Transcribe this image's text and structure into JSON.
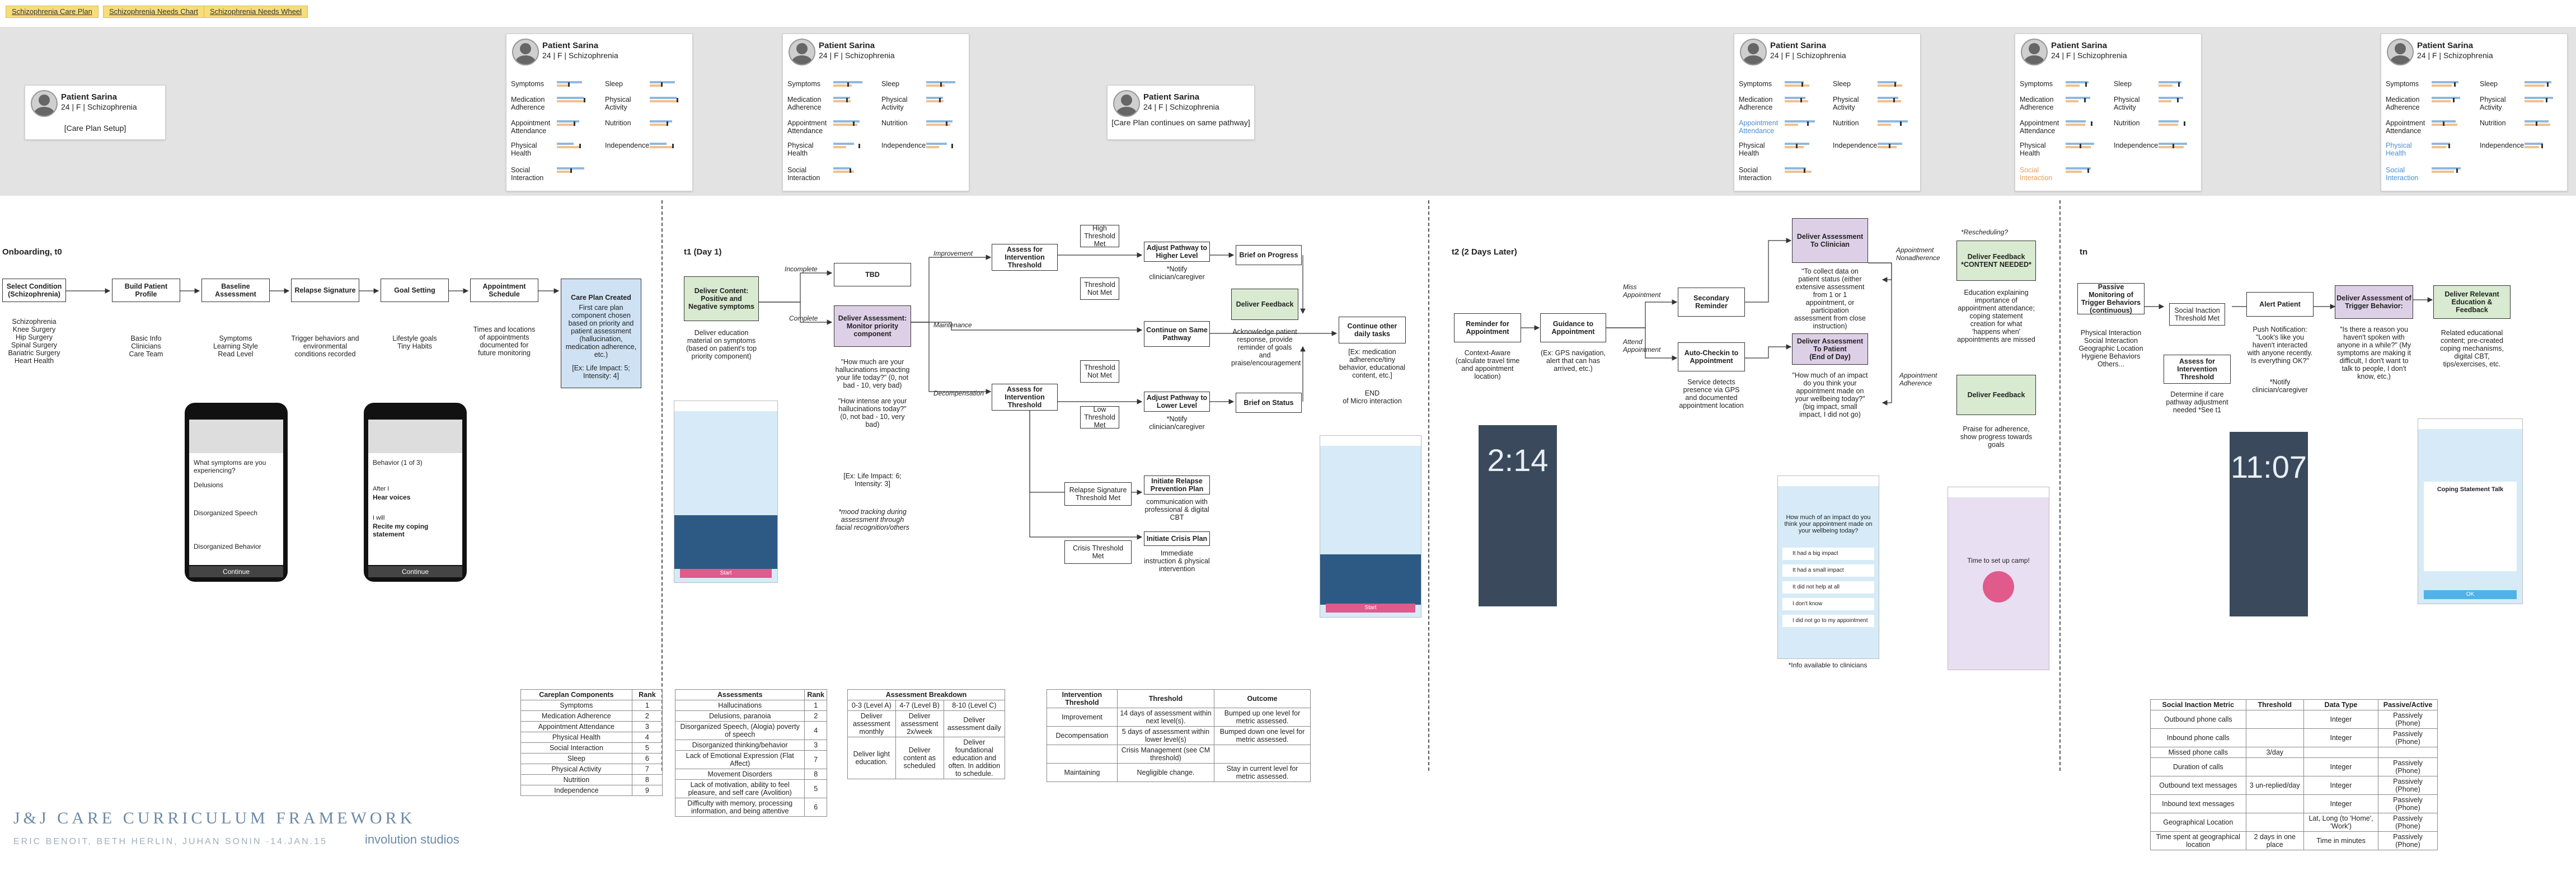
{
  "tabs": [
    "Schizophrenia Care Plan",
    "Schizophrenia Needs Chart",
    "Schizophrenia Needs Wheel"
  ],
  "patient": {
    "name": "Patient Sarina",
    "info": "24 | F | Schizophrenia"
  },
  "notes": {
    "setup": "[Care Plan Setup]",
    "continues": "[Care Plan continues on same pathway]"
  },
  "metrics": {
    "symptoms": "Symptoms",
    "medication": "Medication Adherence",
    "appointment": "Appointment Attendance",
    "physical_health": "Physical Health",
    "social": "Social Interaction",
    "sleep": "Sleep",
    "physical_activity": "Physical Activity",
    "nutrition": "Nutrition",
    "independence": "Independence"
  },
  "sections": {
    "onboarding": "Onboarding, t0",
    "t1": "t1 (Day 1)",
    "t2": "t2 (2 Days Later)",
    "tn": "tn"
  },
  "onboarding": {
    "select_condition": "Select Condition (Schizophrenia)",
    "conditions": "Schizophrenia\nKnee Surgery\nHip Surgery\nSpinal Surgery\nBariatric Surgery\nHeart Health",
    "build_profile": "Build Patient Profile",
    "profile_desc": "Basic Info\nClinicians\nCare Team",
    "baseline": "Baseline Assessment",
    "baseline_desc": "Symptoms\nLearning Style\nRead Level",
    "relapse": "Relapse Signature",
    "relapse_desc": "Trigger behaviors and environmental conditions recorded",
    "goal": "Goal Setting",
    "goal_desc": "Lifestyle goals\nTiny Habits",
    "appt": "Appointment Schedule",
    "appt_desc": "Times and locations of appointments documented for future monitoring",
    "careplan": "Care Plan Created",
    "careplan_desc": "First care plan component chosen based on priority and patient assessment (hallucination, medication adherence, etc.)",
    "careplan_impact": "[Ex: Life Impact: 5; Intensity: 4]",
    "phone1_q": "What symptoms are you experiencing?",
    "phone1_items": [
      "Delusions",
      "Disorganized Speech",
      "Disorganized Behavior"
    ],
    "phone1_btn": "Continue",
    "phone2_q": "Behavior (1 of 3)",
    "phone2_after": "After I",
    "phone2_after_val": "Hear voices",
    "phone2_will": "I will",
    "phone2_will_val": "Recite my coping statement",
    "phone2_btn": "Continue"
  },
  "t1": {
    "incomplete": "Incomplete",
    "complete": "Complete",
    "tbd": "TBD",
    "deliver_content": "Deliver Content: Positive and Negative symptoms",
    "deliver_content_desc": "Deliver education material on symptoms (based on patient's top priority component)",
    "deliver_assessment": "Deliver Assessment: Monitor priority component",
    "assessment_q": "\"How much are your hallucinations impacting your life today?\" (0, not bad - 10, very bad)\n\n\"How intense are your hallucinations today?\" (0, not bad - 10, very bad)",
    "assessment_impact": "[Ex: Life Impact: 6; Intensity: 3]",
    "mood_note": "*mood tracking during assessment through facial recognition/others",
    "improvement": "Improvement",
    "maintenance": "Maintenance",
    "decompensation": "Decompensation",
    "assess_threshold": "Assess for Intervention Threshold",
    "high_met": "High Threshold Met",
    "not_met": "Threshold Not Met",
    "low_met": "Low Threshold Met",
    "adjust_higher": "Adjust Pathway to Higher Level",
    "adjust_lower": "Adjust Pathway to Lower Level",
    "notify": "*Notify clinician/caregiver",
    "continue_same": "Continue on Same Pathway",
    "brief_progress": "Brief on Progress",
    "brief_status": "Brief on Status",
    "deliver_feedback": "Deliver Feedback",
    "feedback_desc": "Acknowledge patient response, provide reminder of goals and praise/encouragement",
    "continue_daily": "Continue other daily tasks",
    "daily_desc": "[Ex: medication adherence/tiny behavior, educational content, etc.]",
    "end": "END\nof Micro interaction",
    "relapse_met": "Relapse Signature Threshold Met",
    "relapse_plan": "Initiate Relapse Prevention Plan",
    "relapse_desc": "communication with professional & digital CBT",
    "crisis_met": "Crisis Threshold Met",
    "crisis_plan": "Initiate Crisis Plan",
    "crisis_desc": "Immediate instruction & physical intervention",
    "start_btn": "Start"
  },
  "t2": {
    "reminder": "Reminder for Appointment",
    "reminder_desc": "Context-Aware (calculate travel time and appointment location)",
    "guidance": "Guidance to Appointment",
    "guidance_desc": "(Ex: GPS navigation, alert that can has arrived, etc.)",
    "miss": "Miss Appointment",
    "attend": "Attend Appointment",
    "secondary": "Secondary Reminder",
    "auto_checkin": "Auto-Checkin to Appointment",
    "auto_desc": "Service detects presence via GPS and documented appointment location",
    "to_clinician": "Deliver Assessment To Clinician",
    "clinician_desc": "\"To collect data on patient status (either extensive assessment from 1 or 1 appointment, or participation assessment from close instruction)",
    "to_patient": "Deliver Assessment To Patient\n(End of Day)",
    "patient_q": "\"How much of an impact do you think your appointment made on your wellbeing today?\" (big impact, small impact, I did not go)",
    "nonadherence": "Appointment Nonadherence",
    "adherence": "Appointment Adherence",
    "rescheduling": "*Rescheduling?",
    "feedback_needed": "Deliver Feedback *CONTENT NEEDED*",
    "feedback_needed_desc": "Education explaining importance of appointment attendance; coping statement creation for what 'happens when' appointments are missed",
    "feedback2": "Deliver Feedback",
    "feedback2_desc": "Praise for adherence, show progress towards goals",
    "clinicians_note": "*Info available to clinicians",
    "time": "2:14",
    "mock_q": "How much of an impact do you think your appointment made on your wellbeing today?",
    "mock_opts": [
      "It had a big impact",
      "It had a small impact",
      "It did not help at all",
      "I don't know",
      "I did not go to my appointment"
    ],
    "mock2_title": "Time to set up camp!"
  },
  "tn": {
    "passive": "Passive Monitoring of Trigger Behaviors (continuous)",
    "passive_desc": "Physical Interaction\nSocial Interaction\nGeographic Location\nHygiene Behaviors\nOthers...",
    "social_met": "Social Inaction Threshold Met",
    "assess": "Assess for Intervention Threshold",
    "assess_desc": "Determine if care pathway adjustment needed *See t1",
    "alert": "Alert Patient",
    "alert_desc": "Push Notification: \"Look's like you haven't interacted with anyone recently. Is everything OK?\"",
    "notify": "*Notify clinician/caregiver",
    "trigger": "Deliver Assessment of Trigger Behavior:",
    "trigger_desc": "\"Is there a reason you haven't spoken with anyone in a while?\" (My symptoms are making it difficult, I don't want to talk to people, I don't know, etc.)",
    "edu": "Deliver Relevant Education & Feedback",
    "edu_desc": "Related educational content; pre-created coping mechanisms, digital CBT, tips/exercises, etc.",
    "time": "11:07",
    "coping": "Coping Statement Talk",
    "ok": "OK"
  },
  "table_careplan": {
    "headers": [
      "Careplan Components",
      "Rank"
    ],
    "rows": [
      [
        "Symptoms",
        "1"
      ],
      [
        "Medication Adherence",
        "2"
      ],
      [
        "Appointment Attendance",
        "3"
      ],
      [
        "Physical Health",
        "4"
      ],
      [
        "Social Interaction",
        "5"
      ],
      [
        "Sleep",
        "6"
      ],
      [
        "Physical Activity",
        "7"
      ],
      [
        "Nutrition",
        "8"
      ],
      [
        "Independence",
        "9"
      ]
    ]
  },
  "table_assess": {
    "headers": [
      "Assessments",
      "Rank"
    ],
    "rows": [
      [
        "Hallucinations",
        "1"
      ],
      [
        "Delusions, paranoia",
        "2"
      ],
      [
        "Disorganized Speech, (Alogia) poverty of speech",
        "4"
      ],
      [
        "Disorganized thinking/behavior",
        "3"
      ],
      [
        "Lack of Emotional Expression (Flat Affect)",
        "7"
      ],
      [
        "Movement Disorders",
        "8"
      ],
      [
        "Lack of motivation, ability to feel pleasure, and self care (Avolition)",
        "5"
      ],
      [
        "Difficulty with memory, processing information, and being attentive",
        "6"
      ]
    ]
  },
  "table_breakdown": {
    "headers": [
      "Assessment Breakdown",
      "",
      ""
    ],
    "sub": [
      "0-3 (Level A)",
      "4-7 (Level B)",
      "8-10 (Level C)"
    ],
    "rows": [
      [
        "Deliver assessment monthly",
        "Deliver assessment 2x/week",
        "Deliver assessment daily"
      ],
      [
        "Deliver light education.",
        "Deliver content as scheduled",
        "Deliver foundational education and often. In addition to schedule."
      ]
    ]
  },
  "table_threshold": {
    "headers": [
      "Intervention Threshold",
      "Threshold",
      "Outcome"
    ],
    "rows": [
      [
        "Improvement",
        "14 days of assessment within next level(s).",
        "Bumped up one level for metric assessed."
      ],
      [
        "Decompensation",
        "5 days of assessment within lower level(s)",
        "Bumped down one level for metric assessed."
      ],
      [
        "",
        "Crisis Management (see CM threshold)",
        ""
      ],
      [
        "Maintaining",
        "Negligible change.",
        "Stay in current level for metric assessed."
      ]
    ]
  },
  "table_social": {
    "headers": [
      "Social Inaction Metric",
      "Threshold",
      "Data Type",
      "Passive/Active"
    ],
    "rows": [
      [
        "Outbound phone calls",
        "",
        "Integer",
        "Passively (Phone)"
      ],
      [
        "Inbound phone calls",
        "",
        "Integer",
        "Passively (Phone)"
      ],
      [
        "Missed phone calls",
        "3/day",
        "",
        ""
      ],
      [
        "Duration of calls",
        "",
        "Integer",
        "Passively (Phone)"
      ],
      [
        "Outbound text messages",
        "3 un-replied/day",
        "Integer",
        "Passively (Phone)"
      ],
      [
        "Inbound text messages",
        "",
        "Integer",
        "Passively (Phone)"
      ],
      [
        "Geographical Location",
        "",
        "Lat, Long (to 'Home', 'Work')",
        "Passively (Phone)"
      ],
      [
        "Time spent at geographical location",
        "2 days in one place",
        "Time in minutes",
        "Passively (Phone)"
      ]
    ]
  },
  "footer": {
    "title": "J&J CARE CURRICULUM FRAMEWORK",
    "sub": "ERIC BENOIT, BETH HERLIN, JUHAN SONIN ·14.JAN.15",
    "brand": "involution studios"
  }
}
